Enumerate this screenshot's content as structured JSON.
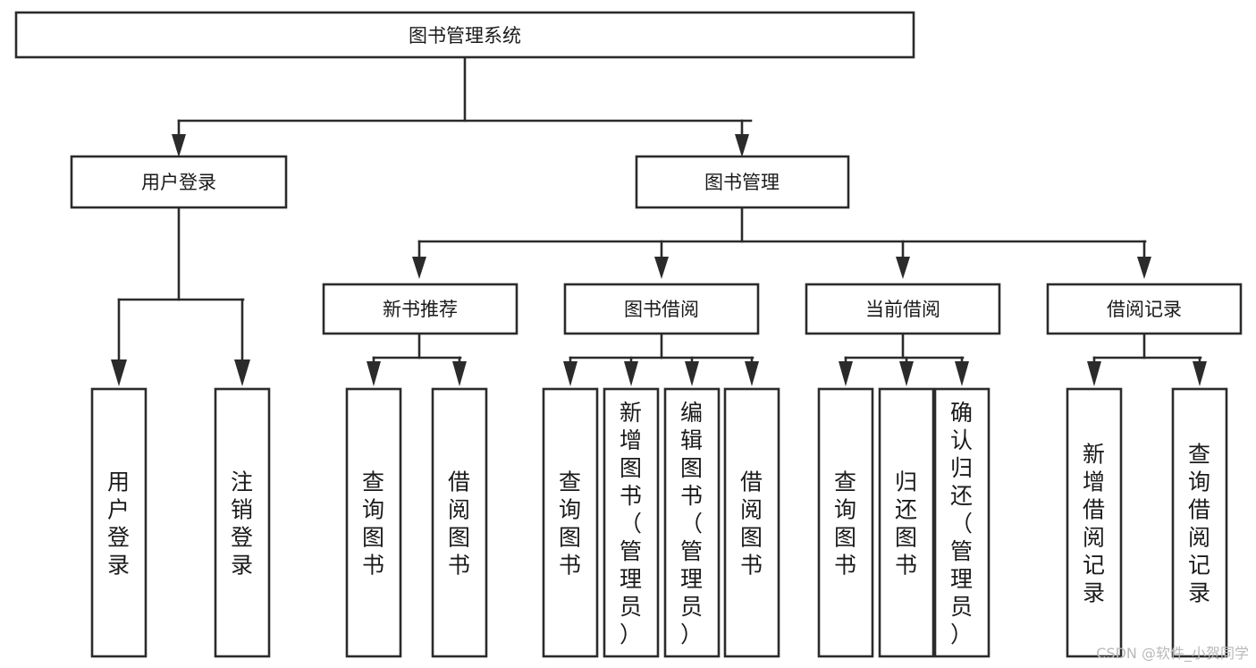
{
  "diagram": {
    "type": "hierarchy-tree",
    "title": "图书管理系统",
    "orientation": "top-down",
    "levels": 4,
    "root": {
      "label": "图书管理系统",
      "id": "root",
      "children": [
        {
          "label": "用户登录",
          "id": "user-login",
          "children": [
            {
              "label": "用户登录",
              "id": "leaf-user-login"
            },
            {
              "label": "注销登录",
              "id": "leaf-user-logout"
            }
          ]
        },
        {
          "label": "图书管理",
          "id": "book-management",
          "children": [
            {
              "label": "新书推荐",
              "id": "new-book-recommend",
              "children": [
                {
                  "label": "查询图书",
                  "id": "leaf-query-book-1"
                },
                {
                  "label": "借阅图书",
                  "id": "leaf-borrow-book-1"
                }
              ]
            },
            {
              "label": "图书借阅",
              "id": "book-borrow",
              "children": [
                {
                  "label": "查询图书",
                  "id": "leaf-query-book-2"
                },
                {
                  "label": "新增图书（管理员）",
                  "id": "leaf-add-book-admin"
                },
                {
                  "label": "编辑图书（管理员）",
                  "id": "leaf-edit-book-admin"
                },
                {
                  "label": "借阅图书",
                  "id": "leaf-borrow-book-2"
                }
              ]
            },
            {
              "label": "当前借阅",
              "id": "current-borrow",
              "children": [
                {
                  "label": "查询图书",
                  "id": "leaf-query-book-3"
                },
                {
                  "label": "归还图书",
                  "id": "leaf-return-book"
                },
                {
                  "label": "确认归还（管理员）",
                  "id": "leaf-confirm-return-admin"
                }
              ]
            },
            {
              "label": "借阅记录",
              "id": "borrow-record",
              "children": [
                {
                  "label": "新增借阅记录",
                  "id": "leaf-add-borrow-record"
                },
                {
                  "label": "查询借阅记录",
                  "id": "leaf-query-borrow-record"
                }
              ]
            }
          ]
        }
      ]
    }
  },
  "nodes": {
    "root": "图书管理系统",
    "l2": {
      "user_login": "用户登录",
      "book_management": "图书管理"
    },
    "l3": {
      "new_book_recommend": "新书推荐",
      "book_borrow": "图书借阅",
      "current_borrow": "当前借阅",
      "borrow_record": "借阅记录"
    },
    "leaves": {
      "user_login": "用户登录",
      "user_logout": "注销登录",
      "query_book_1": "查询图书",
      "borrow_book_1": "借阅图书",
      "query_book_2": "查询图书",
      "add_book_admin": "新增图书（管理员）",
      "edit_book_admin": "编辑图书（管理员）",
      "borrow_book_2": "借阅图书",
      "query_book_3": "查询图书",
      "return_book": "归还图书",
      "confirm_return_admin": "确认归还（管理员）",
      "add_borrow_record": "新增借阅记录",
      "query_borrow_record": "查询借阅记录"
    }
  },
  "watermark": {
    "text": "CSDN @软件_小贺同学"
  },
  "colors": {
    "box_stroke": "#2b2b2b",
    "box_fill": "#ffffff",
    "text": "#1a1a1a",
    "background": "#ffffff",
    "watermark": "#b9b9b9"
  }
}
